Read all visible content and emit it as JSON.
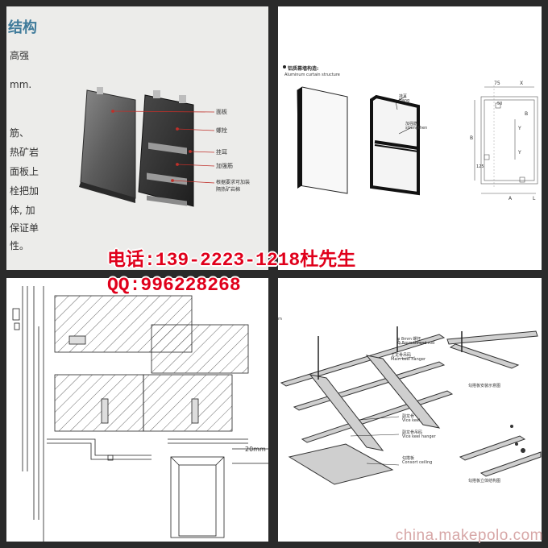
{
  "panel1": {
    "title": "结构",
    "side_text": [
      "高强",
      "mm.",
      "筋、",
      "热矿岩",
      "面板上",
      "栓把加",
      "体, 加",
      "保证单",
      "性。"
    ],
    "labels": [
      "面板",
      "螺栓",
      "挂耳",
      "加强筋",
      "根据要求可加装",
      "隔热矿岩棉"
    ]
  },
  "panel2": {
    "heading_cn": "铝质幕墙构造:",
    "heading_en": "Aluminum curtain structure",
    "hang_cn": "挂耳",
    "hang_en": "Hang",
    "strengthen_cn": "加强筋",
    "strengthen_en": "strengthen",
    "dims": [
      "75",
      "X",
      "B",
      "A",
      "L",
      "50",
      "Y",
      "Y",
      "B",
      "125"
    ]
  },
  "panel3": {
    "dim": "20mm"
  },
  "panel4": {
    "thread_rod_cn": "φ 8mm 螺杆",
    "thread_rod_en": "Φ 8mm thread rod",
    "main_hanger_cn": "主龙骨吊码",
    "main_hanger_en": "Main keel hanger",
    "vice_keel_cn": "副龙骨",
    "vice_keel_en": "Vice keel",
    "vice_hanger_cn": "副龙骨吊码",
    "vice_hanger_en": "Vice keel hanger",
    "ceiling_cn": "勾搭板",
    "ceiling_en": "Consort ceiling",
    "caption1": "勾搭板安装示意图",
    "caption2": "勾搭板立体结构图",
    "side_label": "m"
  },
  "contact": {
    "phone": "电话:139-2223-1218杜先生",
    "qq": "QQ:996228268"
  },
  "watermark": "china.makepolo.com"
}
